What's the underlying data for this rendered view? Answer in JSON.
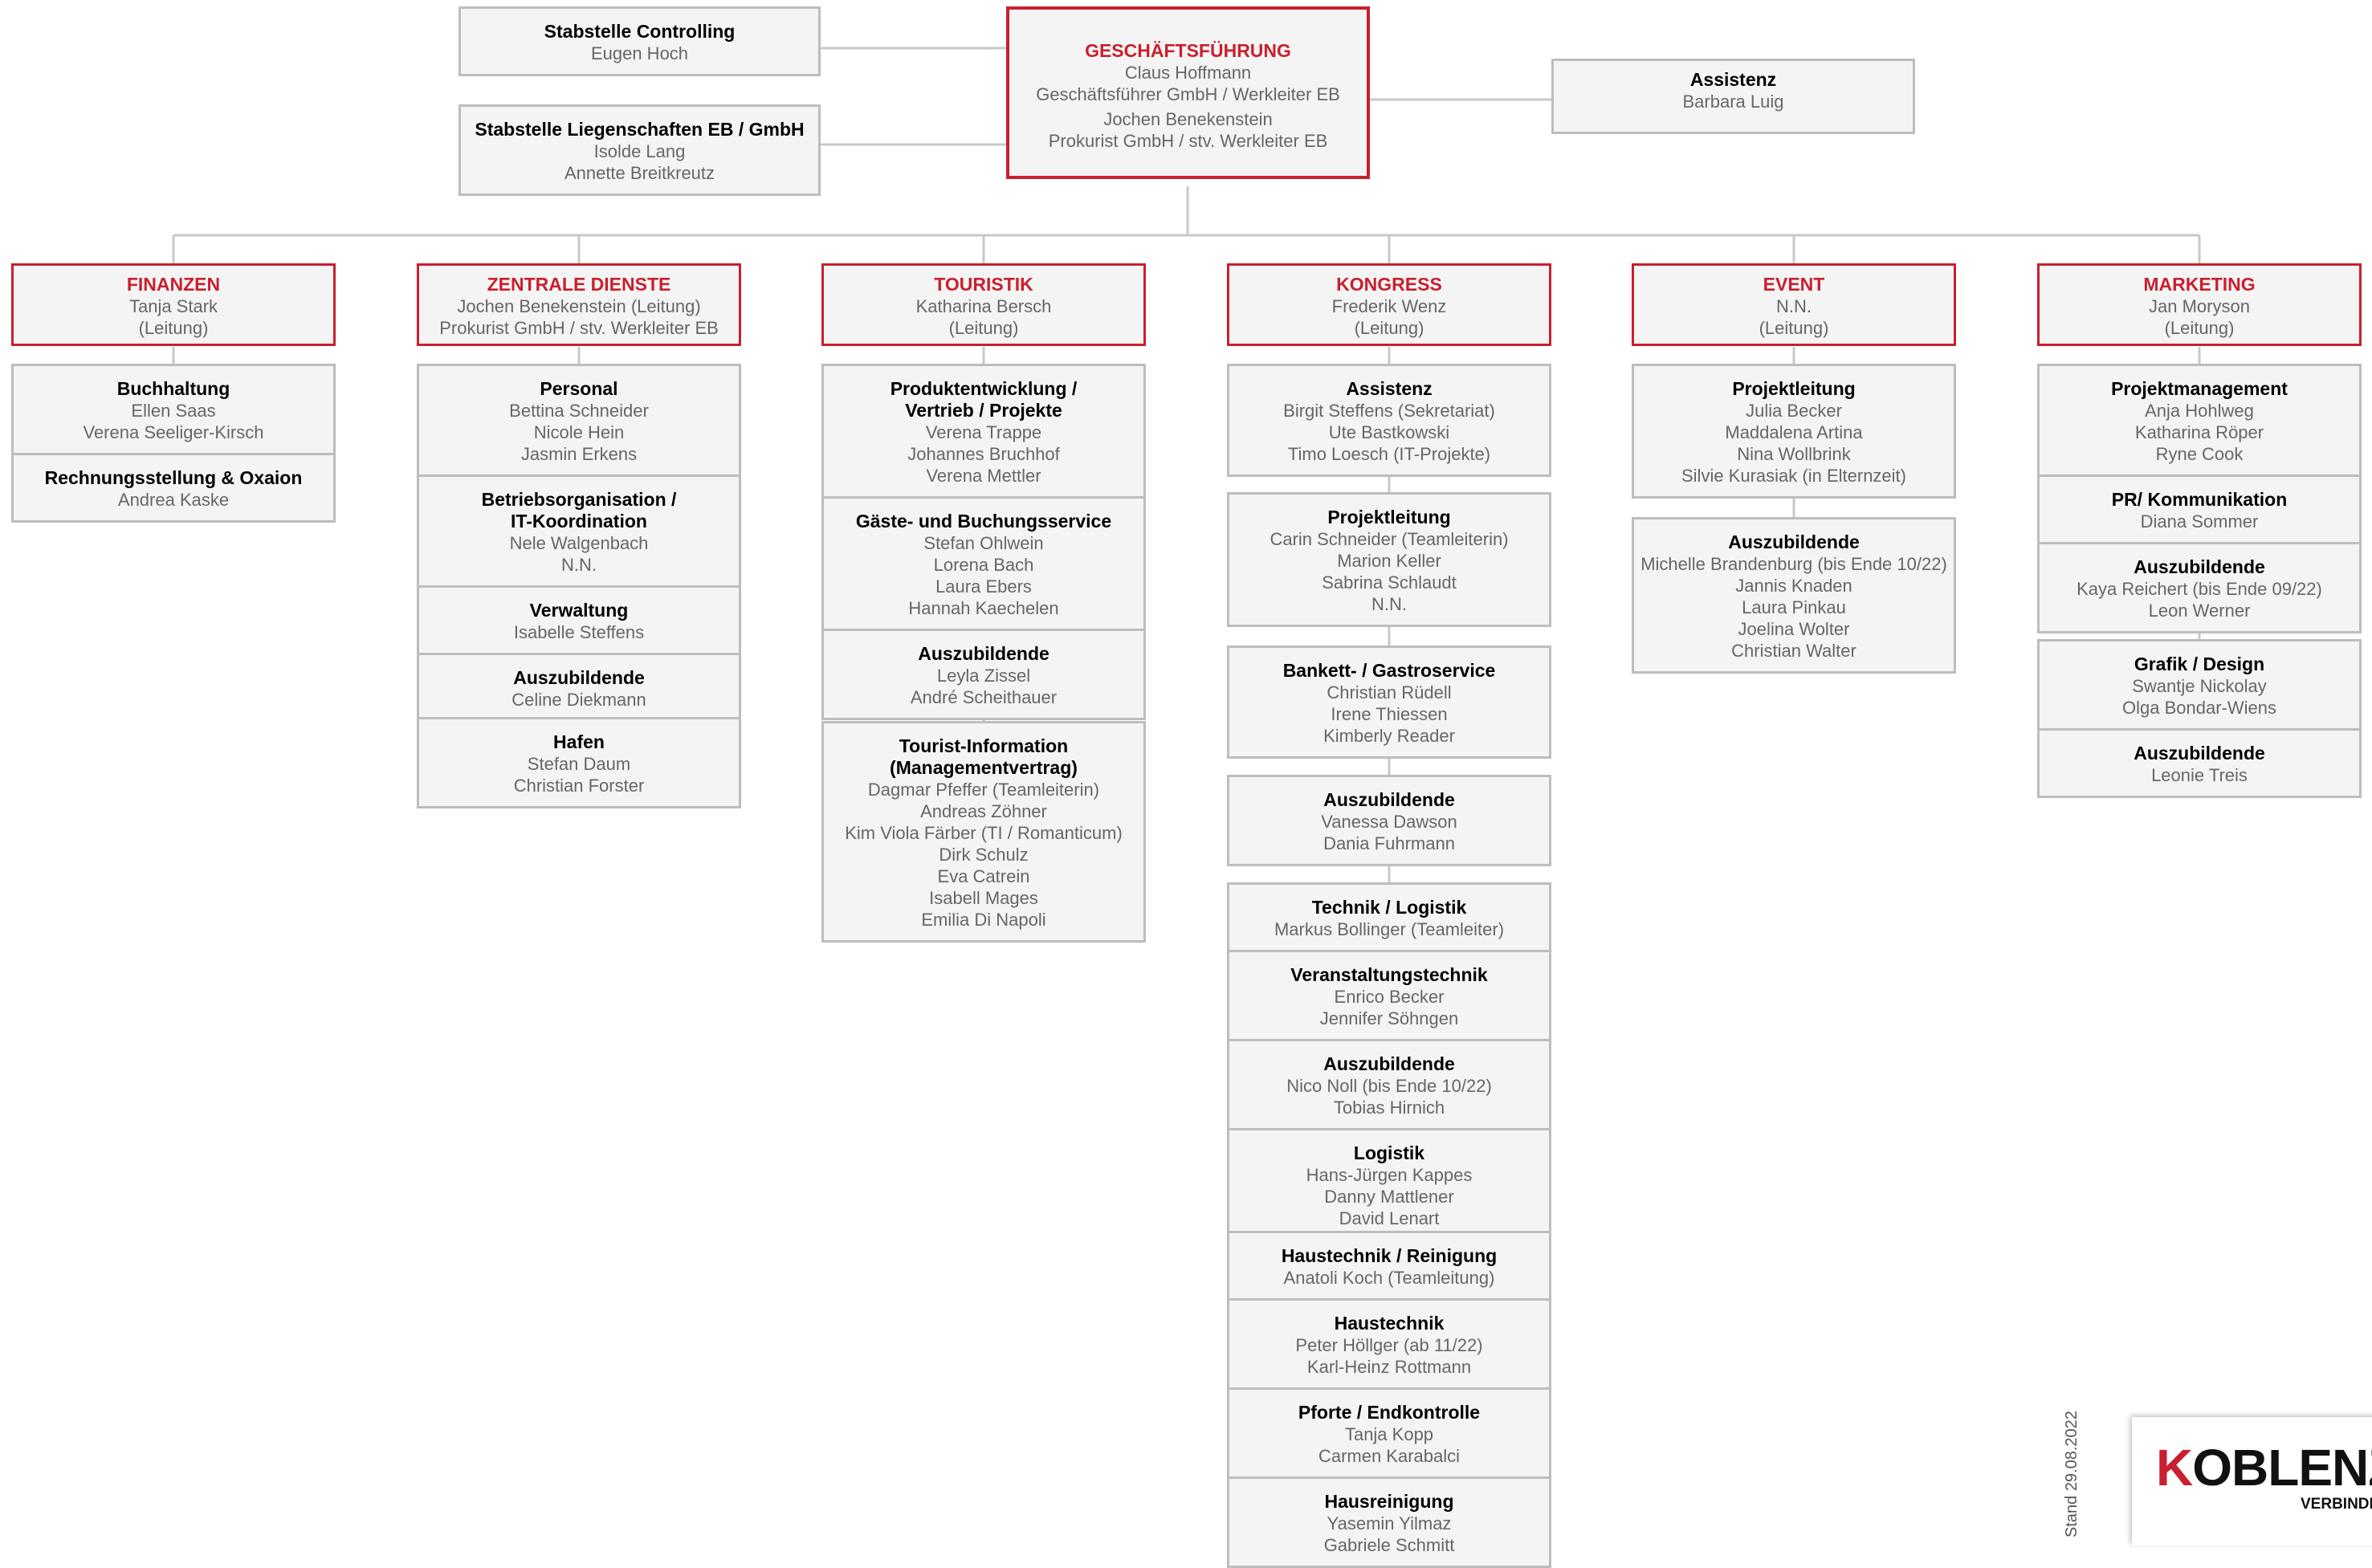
{
  "stabs": [
    {
      "title": "Stabstelle Controlling",
      "names": [
        "Eugen Hoch"
      ]
    },
    {
      "title": "Stabstelle Liegenschaften EB / GmbH",
      "names": [
        "Isolde Lang",
        "Annette Breitkreutz"
      ]
    }
  ],
  "gf": {
    "title": "GESCHÄFTSFÜHRUNG",
    "lines": [
      "Claus Hoffmann",
      "Geschäftsführer GmbH / Werkleiter EB",
      "Jochen Benekenstein",
      "Prokurist GmbH / stv. Werkleiter EB"
    ]
  },
  "assistenz": {
    "title": "Assistenz",
    "names": [
      "Barbara Luig"
    ]
  },
  "departments": [
    {
      "title": "FINANZEN",
      "lead": [
        "Tanja Stark",
        "(Leitung)"
      ],
      "groups": [
        [
          {
            "title": "Buchhaltung",
            "names": [
              "Ellen Saas",
              "Verena Seeliger-Kirsch"
            ]
          },
          {
            "title": "Rechnungsstellung & Oxaion",
            "names": [
              "Andrea Kaske"
            ]
          }
        ]
      ]
    },
    {
      "title": "ZENTRALE DIENSTE",
      "lead": [
        "Jochen Benekenstein (Leitung)",
        "Prokurist GmbH / stv. Werkleiter EB"
      ],
      "groups": [
        [
          {
            "title": "Personal",
            "names": [
              "Bettina Schneider",
              "Nicole Hein",
              "Jasmin Erkens"
            ]
          },
          {
            "title": "Betriebsorganisation /\nIT-Koordination",
            "names": [
              "Nele Walgenbach",
              "N.N."
            ]
          },
          {
            "title": "Verwaltung",
            "names": [
              "Isabelle Steffens"
            ]
          },
          {
            "title": "Auszubildende",
            "names": [
              "Celine Diekmann"
            ]
          }
        ],
        [
          {
            "title": "Hafen",
            "names": [
              "Stefan Daum",
              "Christian Forster"
            ]
          }
        ]
      ]
    },
    {
      "title": "TOURISTIK",
      "lead": [
        "Katharina Bersch",
        "(Leitung)"
      ],
      "groups": [
        [
          {
            "title": "Produktentwicklung /\nVertrieb / Projekte",
            "names": [
              "Verena Trappe",
              "Johannes Bruchhof",
              "Verena Mettler"
            ]
          },
          {
            "title": "Gäste- und Buchungsservice",
            "names": [
              "Stefan Ohlwein",
              "Lorena Bach",
              "Laura Ebers",
              "Hannah Kaechelen"
            ]
          },
          {
            "title": "Auszubildende",
            "names": [
              "Leyla Zissel",
              "André Scheithauer"
            ]
          }
        ],
        [
          {
            "title": "Tourist-Information\n(Managementvertrag)",
            "names": [
              "Dagmar Pfeffer (Teamleiterin)",
              "Andreas Zöhner",
              "Kim Viola Färber (TI / Romanticum)",
              "Dirk Schulz",
              "Eva Catrein",
              "Isabell Mages",
              "Emilia Di Napoli"
            ]
          }
        ]
      ]
    },
    {
      "title": "KONGRESS",
      "lead": [
        "Frederik Wenz",
        "(Leitung)"
      ],
      "groups": [
        [
          {
            "title": "Assistenz",
            "names": [
              "Birgit Steffens (Sekretariat)",
              "Ute Bastkowski",
              "Timo Loesch (IT-Projekte)"
            ]
          }
        ],
        [
          {
            "title": "Projektleitung",
            "names": [
              "Carin Schneider (Teamleiterin)",
              "Marion Keller",
              "Sabrina Schlaudt",
              "N.N."
            ]
          }
        ],
        [
          {
            "title": "Bankett- / Gastroservice",
            "names": [
              "Christian Rüdell",
              "Irene Thiessen",
              "Kimberly Reader"
            ]
          }
        ],
        [
          {
            "title": "Auszubildende",
            "names": [
              "Vanessa Dawson",
              "Dania Fuhrmann"
            ]
          }
        ],
        [
          {
            "title": "Technik / Logistik",
            "names": [
              "Markus Bollinger (Teamleiter)"
            ]
          },
          {
            "title": "Veranstaltungstechnik",
            "names": [
              "Enrico Becker",
              "Jennifer Söhngen"
            ]
          },
          {
            "title": "Auszubildende",
            "names": [
              "Nico Noll (bis Ende 10/22)",
              "Tobias Hirnich"
            ]
          },
          {
            "title": "Logistik",
            "names": [
              "Hans-Jürgen Kappes",
              "Danny Mattlener",
              "David Lenart"
            ]
          }
        ],
        [
          {
            "title": "Haustechnik / Reinigung",
            "names": [
              "Anatoli Koch (Teamleitung)"
            ]
          },
          {
            "title": "Haustechnik",
            "names": [
              "Peter Höllger (ab 11/22)",
              "Karl-Heinz Rottmann"
            ]
          },
          {
            "title": "Pforte / Endkontrolle",
            "names": [
              "Tanja Kopp",
              "Carmen Karabalci"
            ]
          },
          {
            "title": "Hausreinigung",
            "names": [
              "Yasemin Yilmaz",
              "Gabriele Schmitt"
            ]
          }
        ]
      ]
    },
    {
      "title": "EVENT",
      "lead": [
        "N.N.",
        "(Leitung)"
      ],
      "groups": [
        [
          {
            "title": "Projektleitung",
            "names": [
              "Julia Becker",
              "Maddalena Artina",
              "Nina Wollbrink",
              "Silvie Kurasiak (in Elternzeit)"
            ]
          }
        ],
        [
          {
            "title": "Auszubildende",
            "names": [
              "Michelle Brandenburg (bis Ende 10/22)",
              "Jannis Knaden",
              "Laura Pinkau",
              "Joelina Wolter",
              "Christian Walter"
            ]
          }
        ]
      ]
    },
    {
      "title": "MARKETING",
      "lead": [
        "Jan Moryson",
        "(Leitung)"
      ],
      "groups": [
        [
          {
            "title": "Projektmanagement",
            "names": [
              "Anja Hohlweg",
              "Katharina Röper",
              "Ryne Cook"
            ]
          },
          {
            "title": "PR/ Kommunikation",
            "names": [
              "Diana Sommer"
            ]
          },
          {
            "title": "Auszubildende",
            "names": [
              "Kaya Reichert (bis Ende 09/22)",
              "Leon Werner"
            ]
          }
        ],
        [
          {
            "title": "Grafik / Design",
            "names": [
              "Swantje Nickolay",
              "Olga Bondar-Wiens"
            ]
          },
          {
            "title": "Auszubildende",
            "names": [
              "Leonie Treis"
            ]
          }
        ]
      ]
    }
  ],
  "logo": {
    "brand": "KOBLENZ",
    "tagline": "VERBINDET."
  },
  "stand": "Stand 29.08.2022"
}
